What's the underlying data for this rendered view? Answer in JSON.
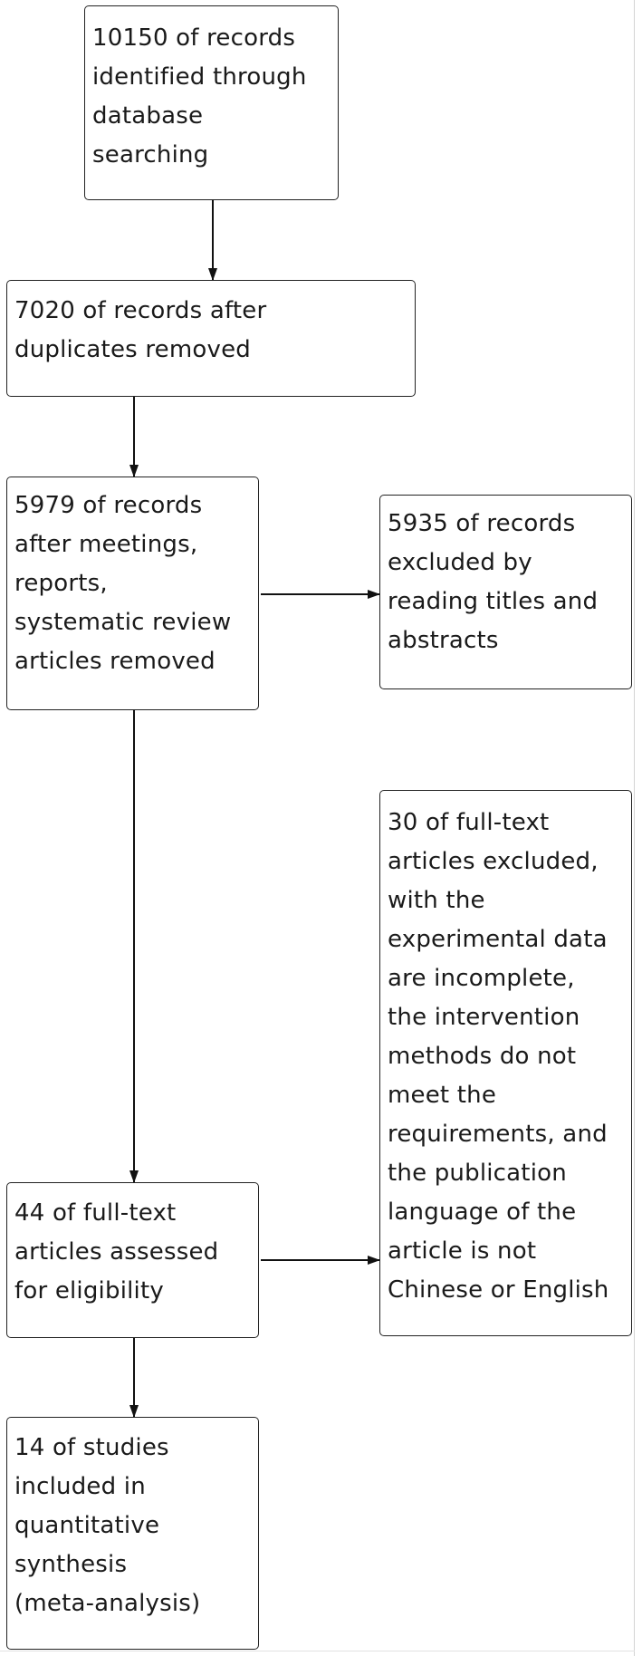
{
  "flowchart": {
    "identified": "10150 of records\nidentified through\ndatabase\nsearching",
    "after_duplicates": "7020 of records after\nduplicates removed",
    "after_meetings": "5979 of records\nafter meetings,\nreports,\nsystematic review\narticles removed",
    "excluded_titles": "5935 of records\nexcluded by\nreading titles and\nabstracts",
    "excluded_fulltext": "30 of full-text\narticles excluded,\nwith the\nexperimental data\nare incomplete,\nthe intervention\nmethods do not\nmeet the\nrequirements, and\nthe publication\nlanguage of the\narticle is not\nChinese or English",
    "assessed": "44 of full-text\narticles assessed\nfor eligibility",
    "included": "14 of studies\nincluded in\nquantitative\nsynthesis\n(meta-analysis)"
  }
}
